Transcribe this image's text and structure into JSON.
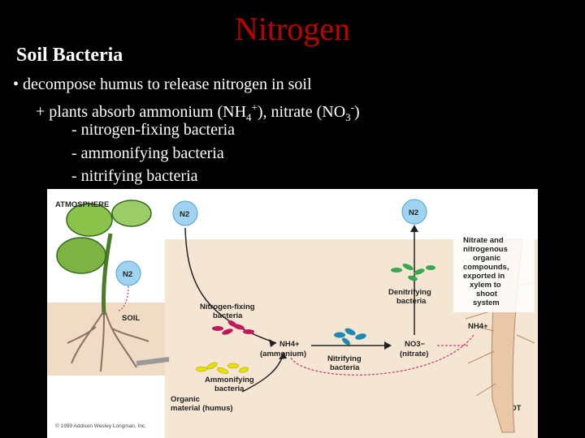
{
  "slide": {
    "title": "Nitrogen",
    "heading": "Soil Bacteria",
    "bullet_symbol": "•",
    "bullet_text": "decompose humus to release nitrogen in soil",
    "sub_symbol": "+",
    "sub_text_pre": "plants absorb ammonium (NH",
    "sub_text_4": "4",
    "sub_text_plus": "+",
    "sub_text_mid": "), nitrate (NO",
    "sub_text_3": "3",
    "sub_text_minus": "-",
    "sub_text_end": ")",
    "dash": "-",
    "items": [
      "nitrogen-fixing bacteria",
      "ammonifying bacteria",
      "nitrifying bacteria"
    ]
  },
  "figure": {
    "atmosphere_label": "ATMOSPHERE",
    "soil_label": "SOIL",
    "root_label": "ROOT",
    "n2_label": "N2",
    "n2_sub": "2",
    "nitrogen_fixing_label_1": "Nitrogen-fixing",
    "nitrogen_fixing_label_2": "bacteria",
    "ammonifying_label_1": "Ammonifying",
    "ammonifying_label_2": "bacteria",
    "nitrifying_label_1": "Nitrifying",
    "nitrifying_label_2": "bacteria",
    "denitrifying_label_1": "Denitrifying",
    "denitrifying_label_2": "bacteria",
    "ammonium_formula": "NH4+",
    "ammonium_name": "(ammonium)",
    "nitrate_formula": "NO3−",
    "nitrate_name": "(nitrate)",
    "organic_label_1": "Organic",
    "organic_label_2": "material (humus)",
    "export_lines": [
      "Nitrate and",
      "nitrogenous",
      "organic",
      "compounds,",
      "exported in",
      "xylem to",
      "shoot",
      "system"
    ],
    "root_nh4": "NH4+",
    "copyright": "© 1999 Addison Wesley Longman, Inc."
  },
  "colors": {
    "title": "#c00000",
    "nitrogen_fixing": "#c2185b",
    "ammonifying": "#e8e000",
    "nitrifying": "#1f8ab0",
    "denitrifying": "#3aa650",
    "n2_circle": "#9fd3ef",
    "soil_panel": "#f5e6d3"
  }
}
